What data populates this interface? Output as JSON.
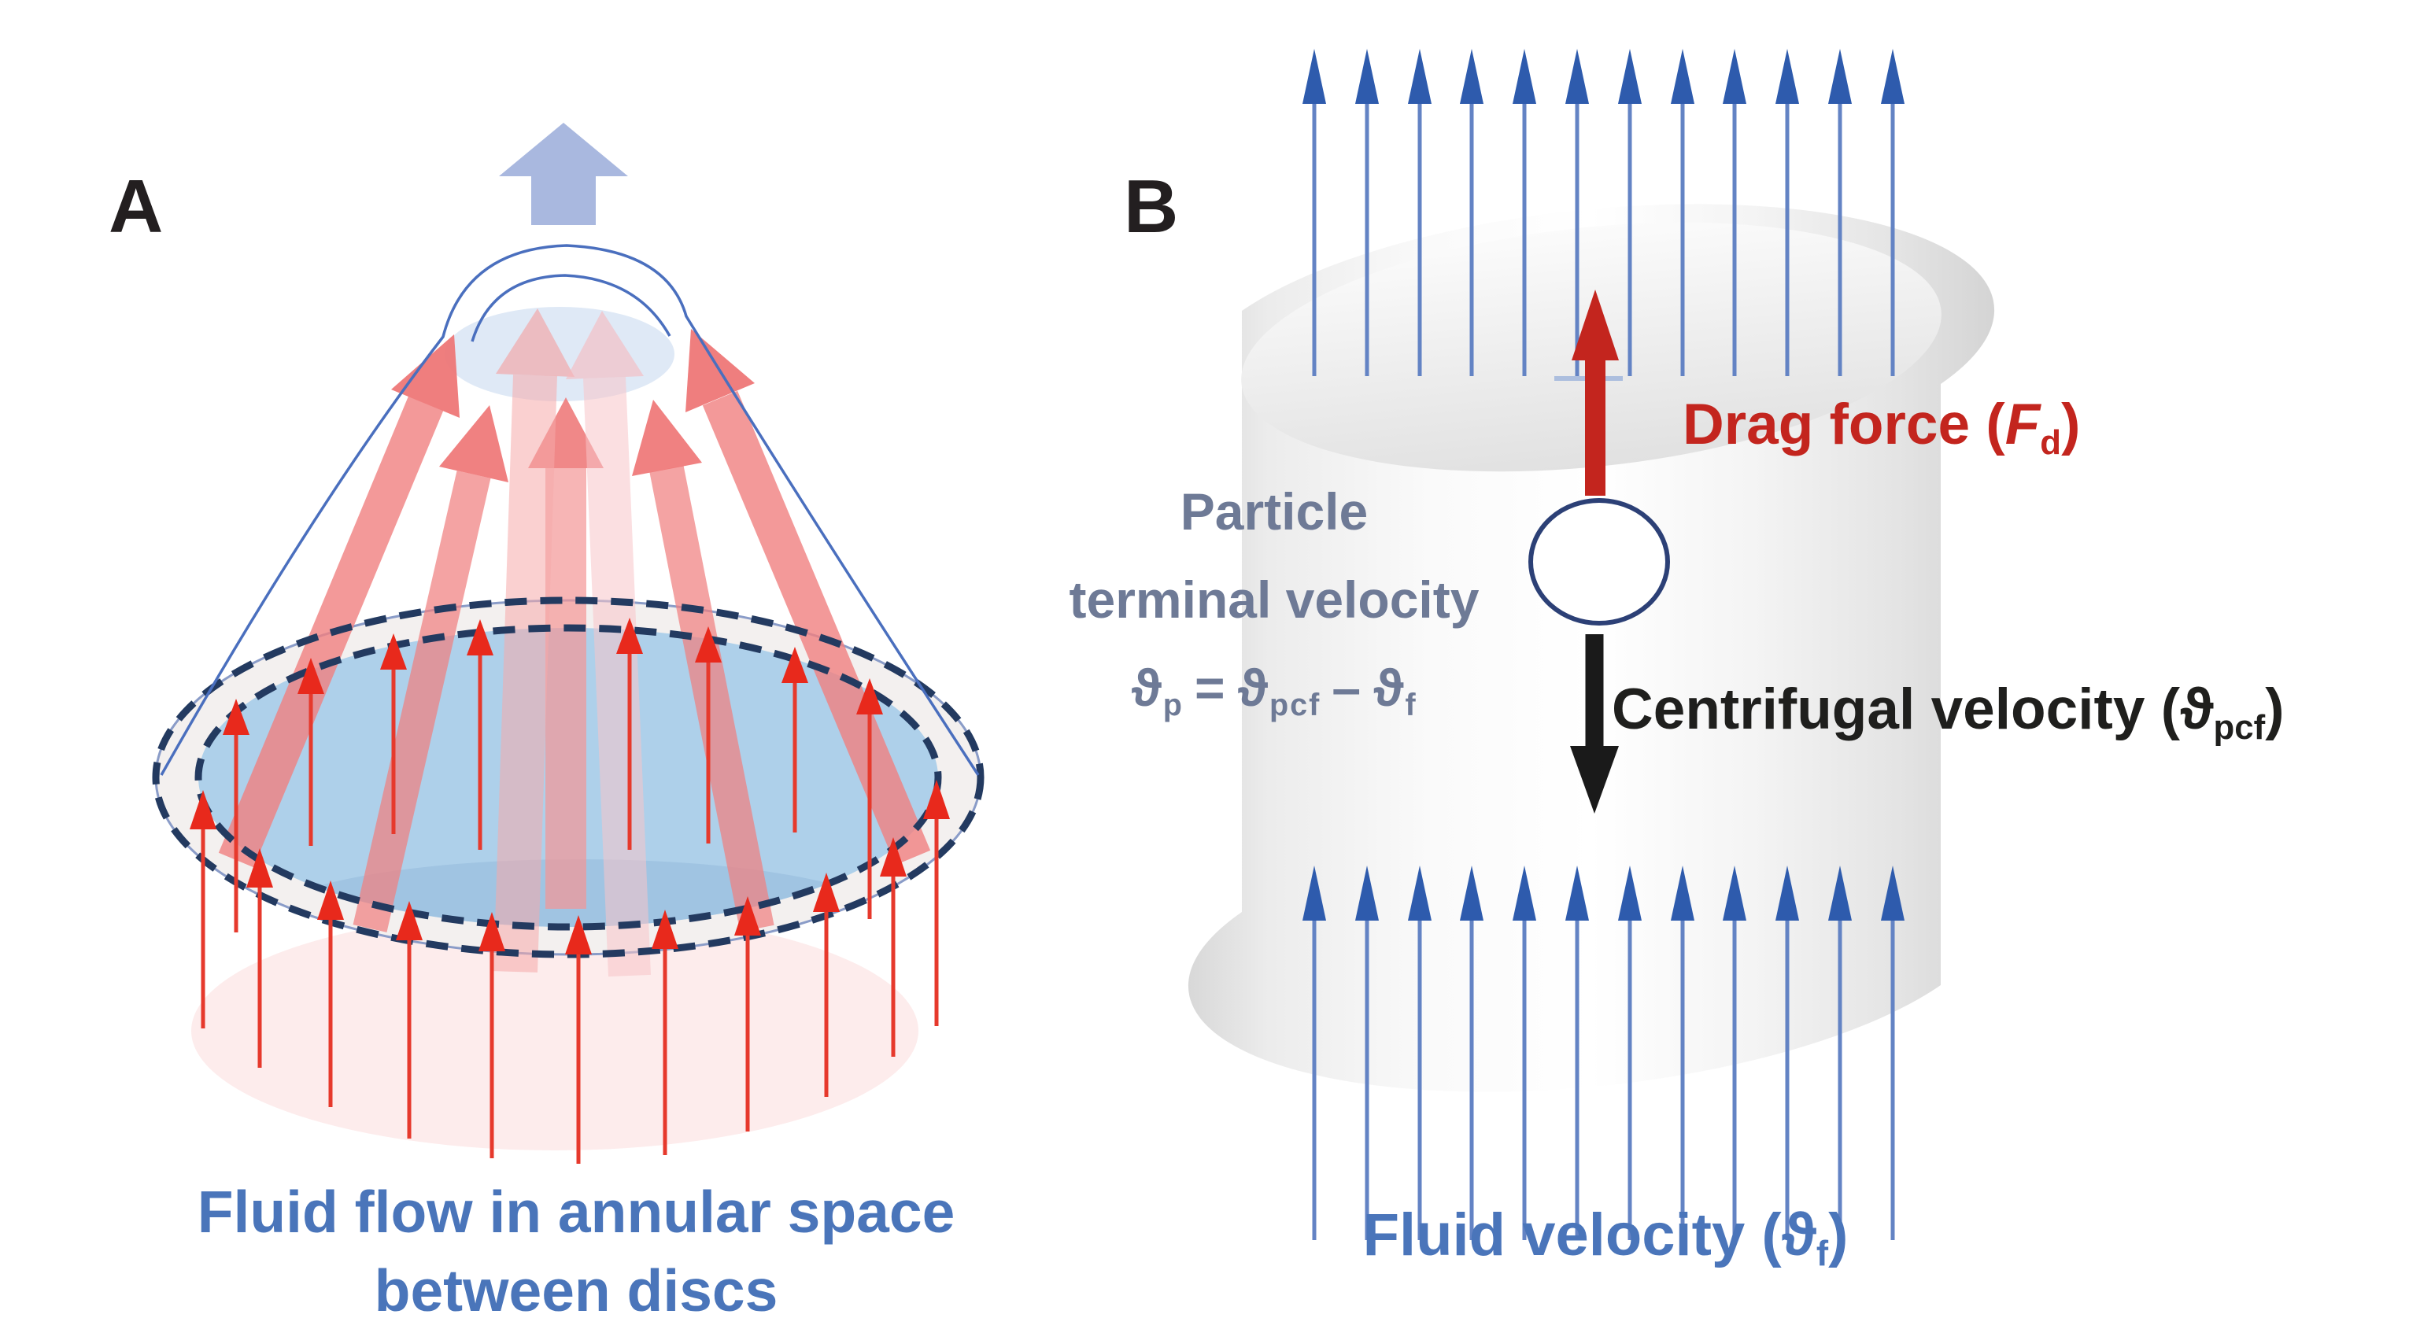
{
  "figure": {
    "panel_a": {
      "label": "A",
      "caption_line1": "Fluid flow in annular space",
      "caption_line2": "between discs"
    },
    "panel_b": {
      "label": "B",
      "drag_force": {
        "pre": "Drag force (",
        "symbol": "F",
        "sub": "d",
        "post": ")"
      },
      "particle_text": {
        "line1": "Particle",
        "line2": "terminal velocity"
      },
      "equation": {
        "t1": "ϑ",
        "s1": "p",
        "op1": "=",
        "t2": "ϑ",
        "s2": "pcf",
        "op2": "–",
        "t3": "ϑ",
        "s3": "f"
      },
      "centrifugal": {
        "pre": "Centrifugal velocity (",
        "symbol": "ϑ",
        "sub": "pcf",
        "post": ")"
      },
      "fluid_velocity": {
        "pre": "Fluid velocity (",
        "symbol": "ϑ",
        "sub": "f",
        "post": ")"
      }
    },
    "colors": {
      "accent_blue": "#4a75ba",
      "slate_text": "#6e7a96",
      "red_text": "#c3251e",
      "black_text": "#1f1f1d",
      "disc_blue": "#aed0ea",
      "rim_arrow_red": "#e8291c",
      "flow_salmon": "#f08080",
      "outlet_periwinkle": "#a9b8df",
      "cylinder_gray": "#ededed",
      "navy_dash": "#233a60"
    }
  }
}
